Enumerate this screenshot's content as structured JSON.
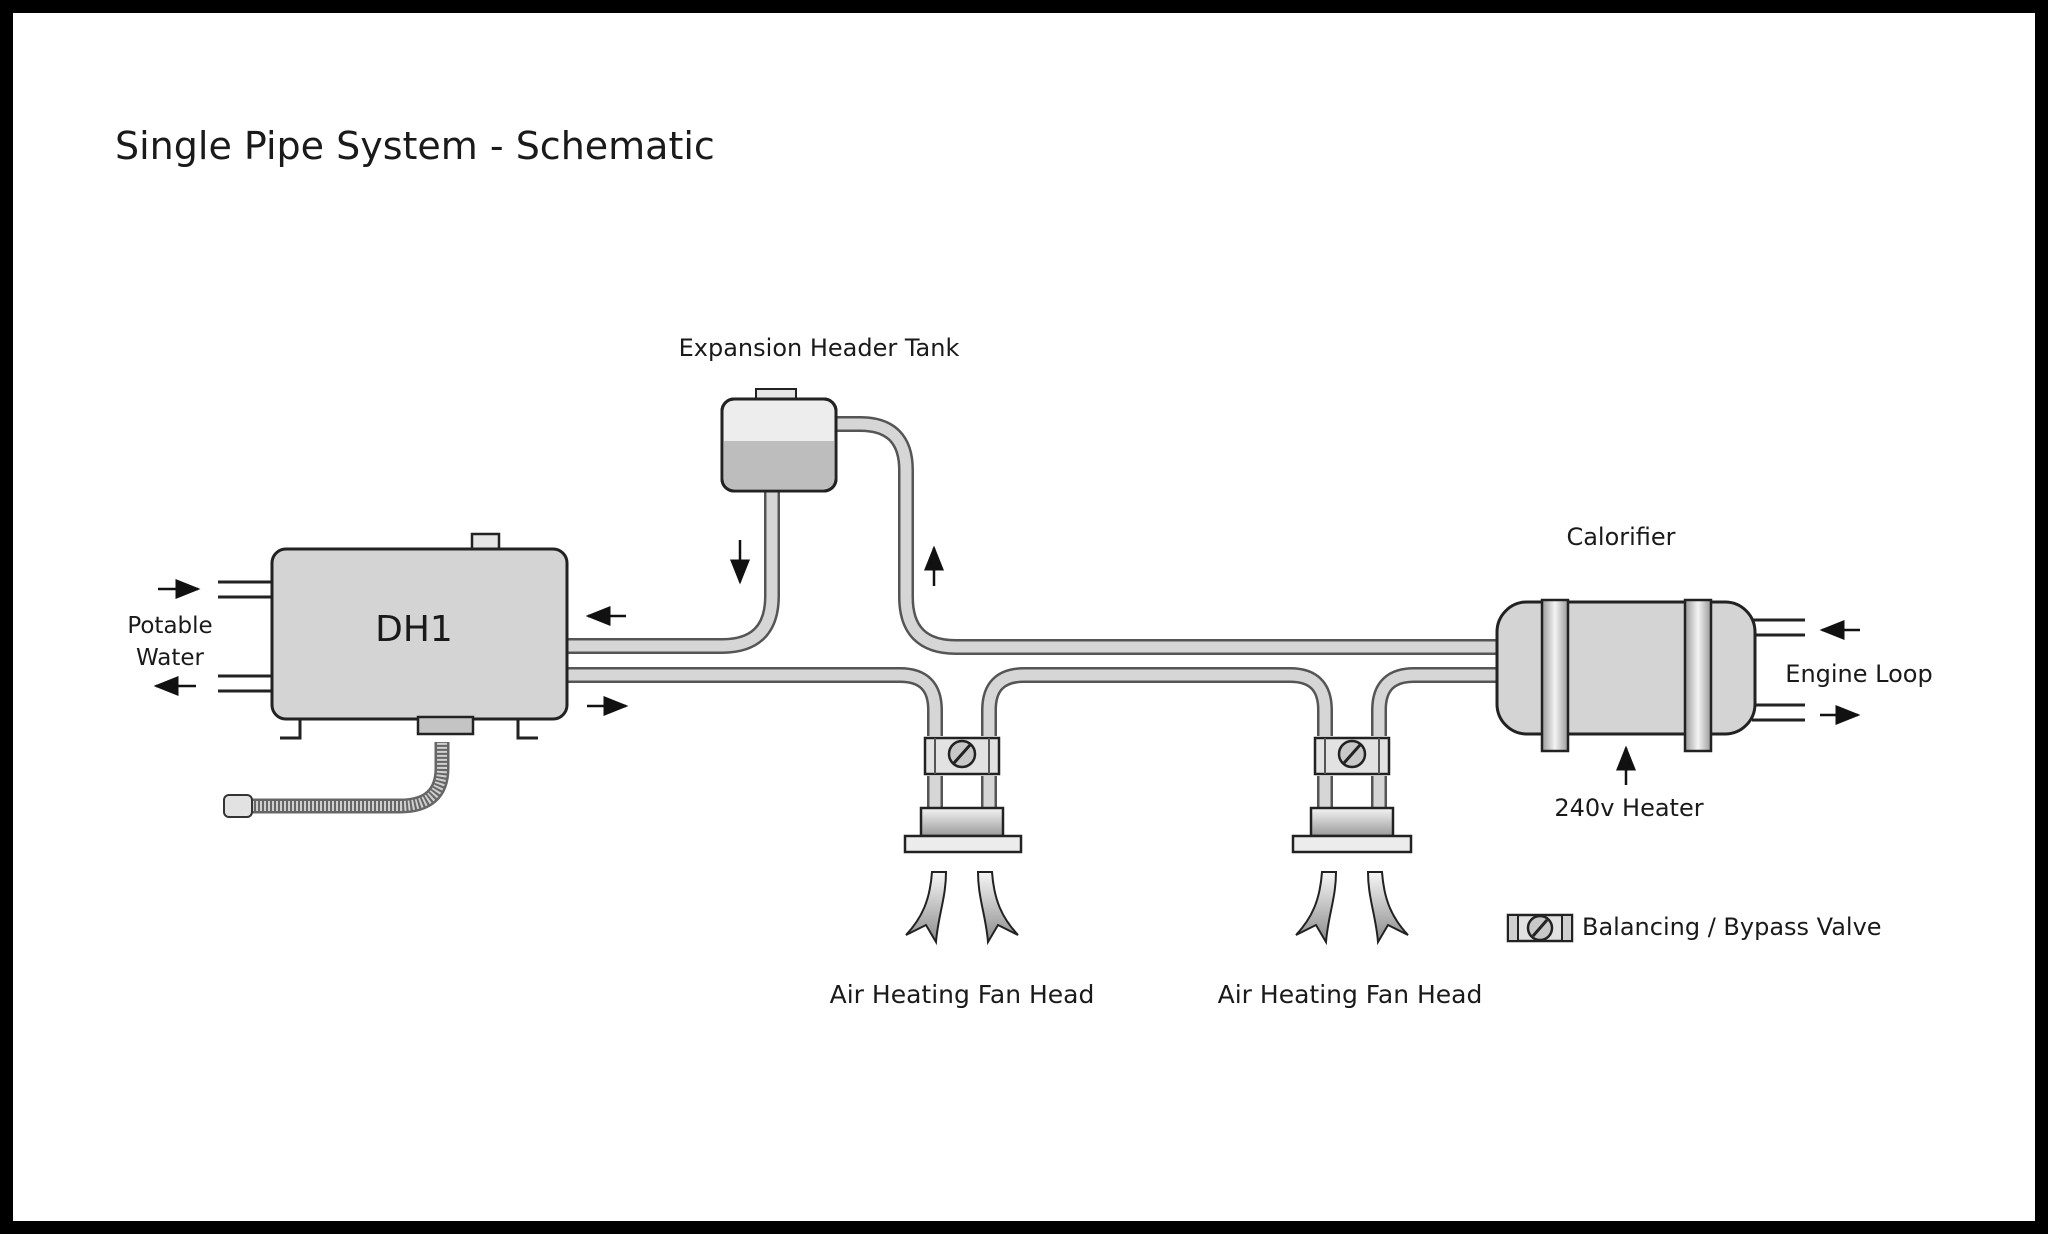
{
  "title": "Single Pipe System - Schematic",
  "labels": {
    "expansion_tank": "Expansion Header Tank",
    "dh1": "DH1",
    "potable_line1": "Potable",
    "potable_line2": "Water",
    "calorifier": "Calorifier",
    "engine_loop": "Engine Loop",
    "heater_240v": "240v Heater",
    "fan_head_1": "Air Heating Fan Head",
    "fan_head_2": "Air Heating Fan Head",
    "legend_valve": "Balancing / Bypass Valve"
  },
  "colors": {
    "border": "#000000",
    "pipe_fill": "#d6d6d6",
    "pipe_stroke": "#555555",
    "body_fill": "#d4d4d4",
    "outline": "#222222"
  }
}
